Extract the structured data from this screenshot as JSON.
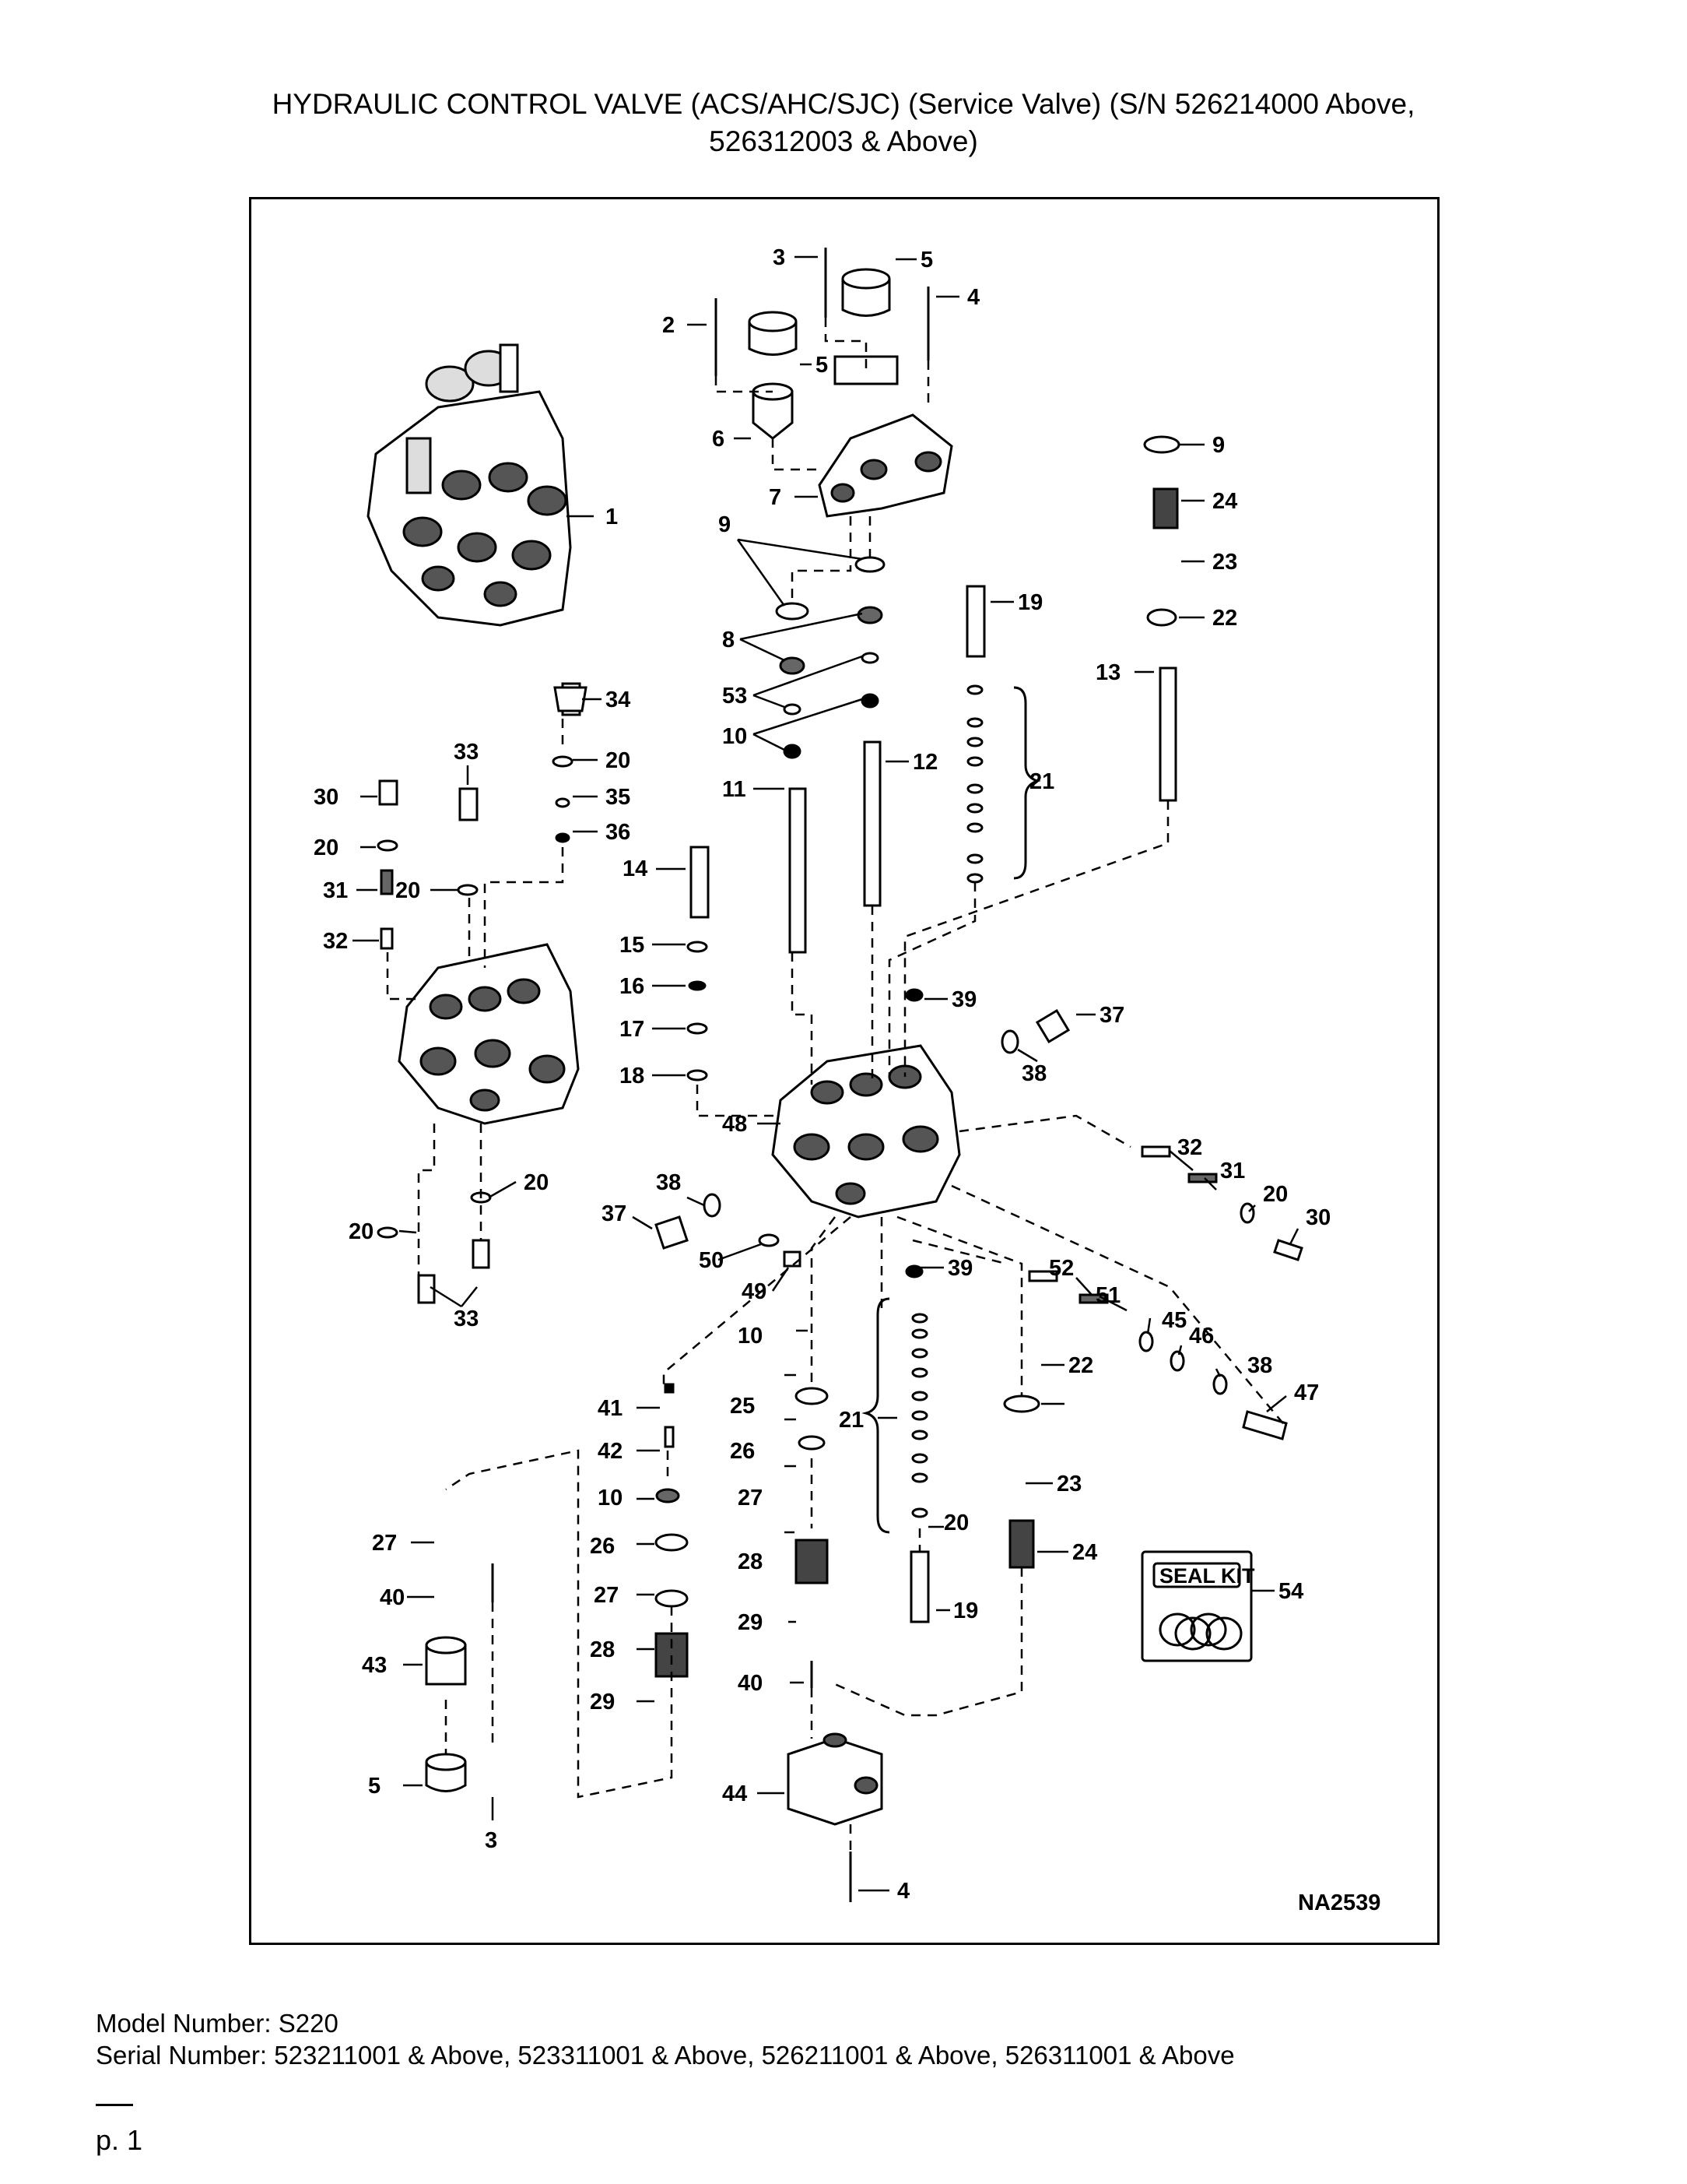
{
  "title": {
    "line1": "HYDRAULIC CONTROL VALVE (ACS/AHC/SJC) (Service Valve) (S/N 526214000 Above,",
    "line2": "526312003 & Above)"
  },
  "diagram": {
    "drawing_id": "NA2539",
    "seal_kit_label": "SEAL KIT",
    "callouts": [
      "1",
      "2",
      "3",
      "4",
      "5",
      "5",
      "6",
      "7",
      "8",
      "9",
      "9",
      "10",
      "10",
      "10",
      "11",
      "12",
      "13",
      "14",
      "15",
      "16",
      "17",
      "18",
      "19",
      "19",
      "20",
      "20",
      "20",
      "20",
      "20",
      "20",
      "20",
      "21",
      "21",
      "22",
      "22",
      "23",
      "23",
      "24",
      "24",
      "25",
      "26",
      "26",
      "27",
      "27",
      "27",
      "28",
      "28",
      "29",
      "29",
      "30",
      "30",
      "31",
      "31",
      "32",
      "32",
      "33",
      "33",
      "34",
      "35",
      "36",
      "37",
      "37",
      "38",
      "38",
      "38",
      "39",
      "39",
      "40",
      "40",
      "41",
      "42",
      "43",
      "44",
      "45",
      "46",
      "47",
      "48",
      "49",
      "50",
      "51",
      "52",
      "53",
      "54",
      "3",
      "4",
      "5"
    ]
  },
  "footer": {
    "model_number": "Model Number: S220",
    "serial_number": "Serial Number: 523211001 & Above, 523311001 & Above, 526211001 & Above, 526311001 & Above",
    "page": "p. 1"
  }
}
